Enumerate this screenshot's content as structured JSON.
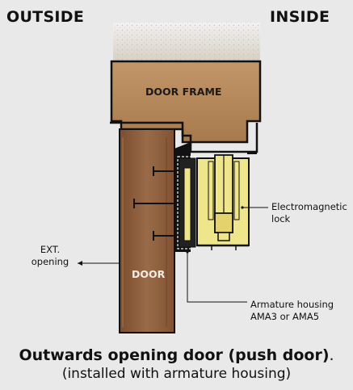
{
  "labels": {
    "outside": "OUTSIDE",
    "inside": "INSIDE",
    "door_frame": "DOOR FRAME",
    "door": "DOOR",
    "electromagnetic_lock_line1": "Electromagnetic",
    "electromagnetic_lock_line2": "lock",
    "ext_opening_line1": "EXT.",
    "ext_opening_line2": "opening",
    "armature_line1": "Armature housing",
    "armature_line2": "AMA3 or AMA5"
  },
  "caption": {
    "title_bold": "Outwards opening door (push door)",
    "title_period": ".",
    "subtitle": "(installed with armature housing)"
  },
  "colors": {
    "background": "#e9e9e9",
    "frame_fill": "#b88a5c",
    "door_fill": "#8a5a3a",
    "lock_fill": "#efe58a",
    "outline": "#111111"
  }
}
